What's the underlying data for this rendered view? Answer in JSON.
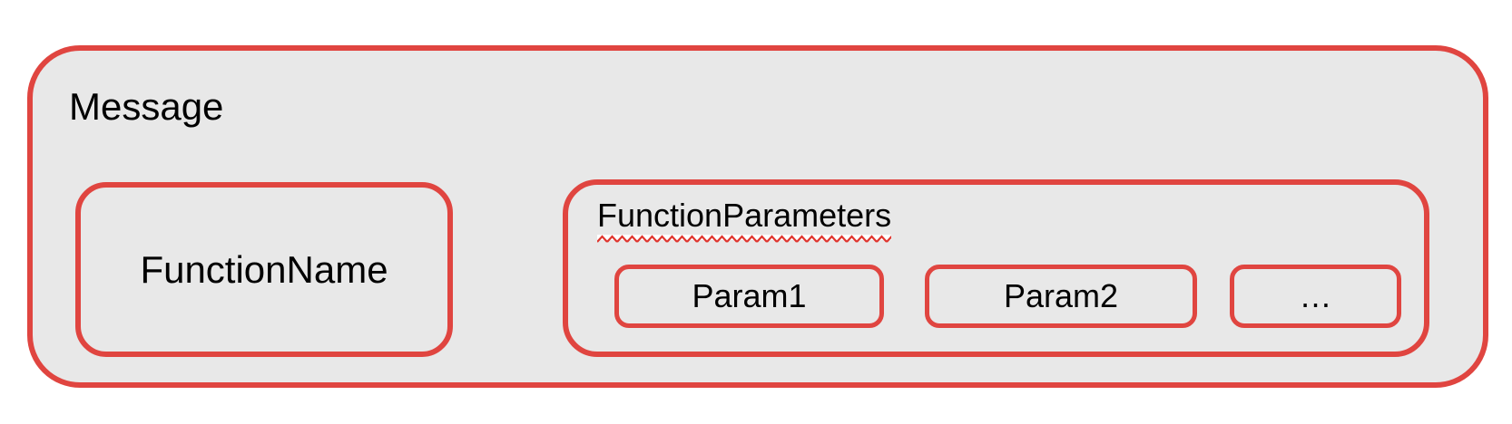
{
  "diagram": {
    "message": {
      "label": "Message",
      "function_name": {
        "label": "FunctionName"
      },
      "function_parameters": {
        "label": "FunctionParameters",
        "has_spellcheck_underline": true,
        "params": [
          {
            "label": "Param1"
          },
          {
            "label": "Param2"
          },
          {
            "label": "…"
          }
        ]
      }
    }
  },
  "colors": {
    "box_border_red": "#e04540",
    "squiggle_red": "#e0352e",
    "box_fill_gray": "#e8e8e8",
    "text_black": "#000000",
    "page_background": "#ffffff"
  }
}
